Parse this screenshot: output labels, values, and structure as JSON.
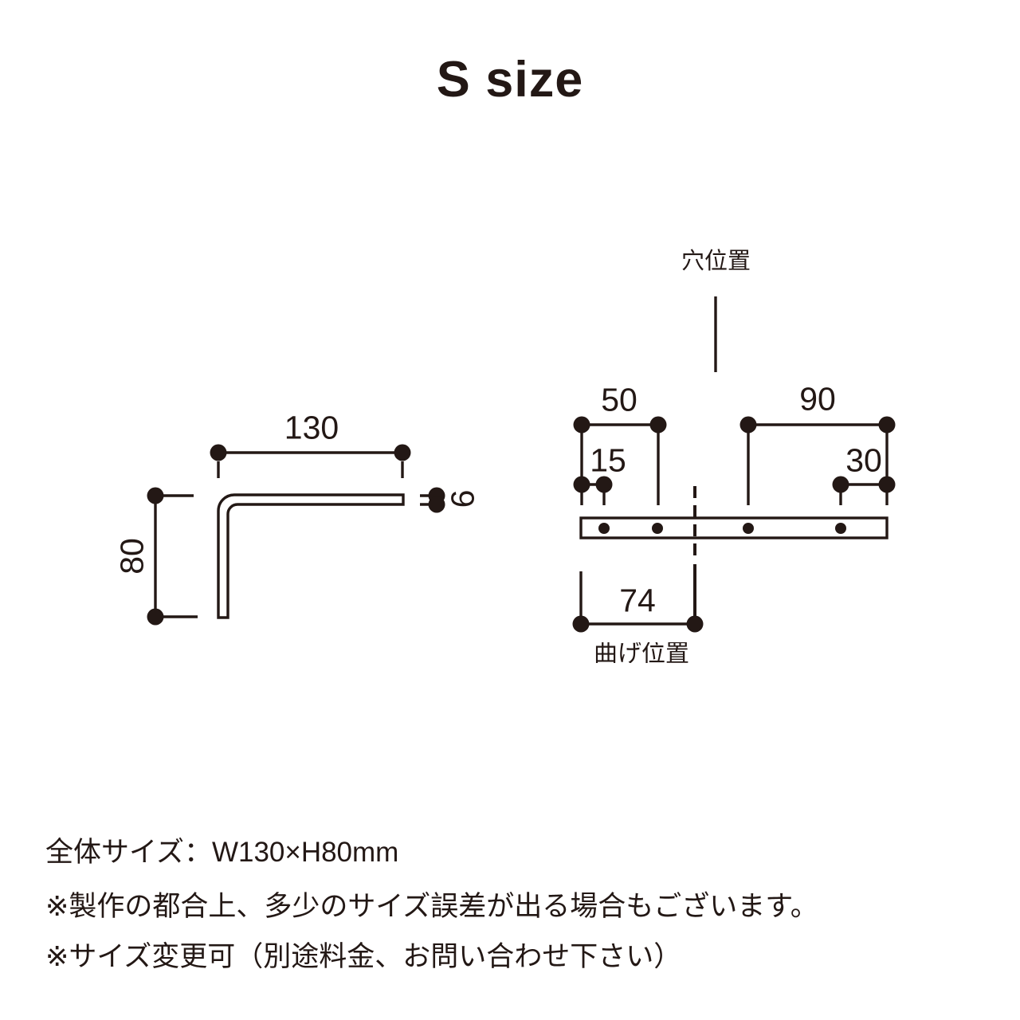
{
  "title": "S size",
  "colors": {
    "ink": "#231815"
  },
  "side_view": {
    "name": "bracket-side-view",
    "width_label": "130",
    "height_label": "80",
    "thickness_label": "6"
  },
  "flat_view": {
    "name": "bracket-flat-view",
    "hole_position_label": "穴位置",
    "bend_position_label": "曲げ位置",
    "dim_left_end_to_hole2": "50",
    "dim_left_end_to_hole1": "15",
    "dim_hole3_to_right_end": "90",
    "dim_hole4_to_right_end": "30",
    "dim_left_end_to_bend": "74"
  },
  "notes": {
    "overall_size": "全体サイズ：W130×H80mm",
    "tolerance": "※製作の都合上、多少のサイズ誤差が出る場合もございます。",
    "resize": "※サイズ変更可（別途料金、お問い合わせ下さい）"
  }
}
